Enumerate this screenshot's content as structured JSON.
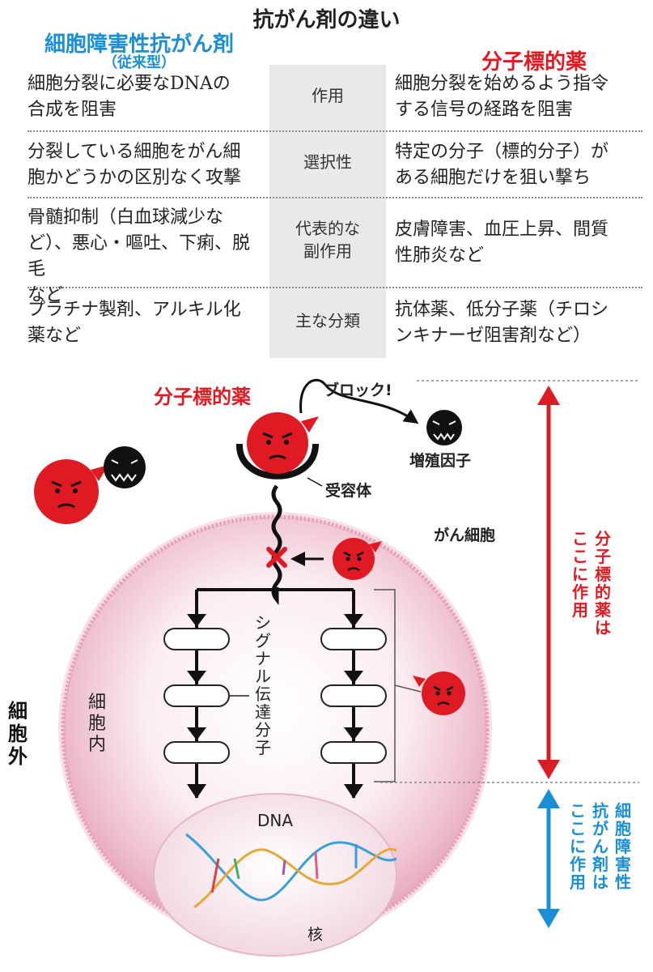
{
  "title": "抗がん剤の違い",
  "header": {
    "left": "細胞障害性抗がん剤",
    "left_sub": "（従来型）",
    "right": "分子標的薬"
  },
  "rows": [
    {
      "mid": [
        "作用"
      ],
      "left": [
        "細胞分裂に必要なDNAの",
        "合成を阻害"
      ],
      "right": [
        "細胞分裂を始めるよう指令",
        "する信号の経路を阻害"
      ]
    },
    {
      "mid": [
        "選択性"
      ],
      "left": [
        "分裂している細胞をがん細",
        "胞かどうかの区別なく攻撃"
      ],
      "right": [
        "特定の分子（標的分子）が",
        "ある細胞だけを狙い撃ち"
      ]
    },
    {
      "mid": [
        "代表的な",
        "副作用"
      ],
      "left": [
        "骨髄抑制（白血球減少な",
        "ど）、悪心・嘔吐、下痢、脱毛",
        "など"
      ],
      "right": [
        "皮膚障害、血圧上昇、間質",
        "性肺炎など"
      ]
    },
    {
      "mid": [
        "主な分類"
      ],
      "left": [
        "プラチナ製剤、アルキル化",
        "薬など"
      ],
      "right": [
        "抗体薬、低分子薬（チロシ",
        "ンキナーゼ阻害剤など）"
      ]
    }
  ],
  "diagram": {
    "drug_label": "分子標的薬",
    "block_label": "ブロック!",
    "growth_factor": "増殖因子",
    "receptor": "受容体",
    "cancer_cell": "がん細胞",
    "signal_molecule": "シグナル伝達分子",
    "intracellular": "細胞内",
    "extracellular": "細胞外",
    "dna": "DNA",
    "nucleus": "核",
    "range_top": [
      "分子標的薬は",
      "ここに作用"
    ],
    "range_bottom": [
      "細胞障害性",
      "抗がん剤は",
      "ここに作用"
    ]
  },
  "colors": {
    "red": "#e01a22",
    "blue": "#1a8fd6",
    "cell_pink": "#e9a3b8",
    "table_mid_bg": "#e9e9e9"
  }
}
